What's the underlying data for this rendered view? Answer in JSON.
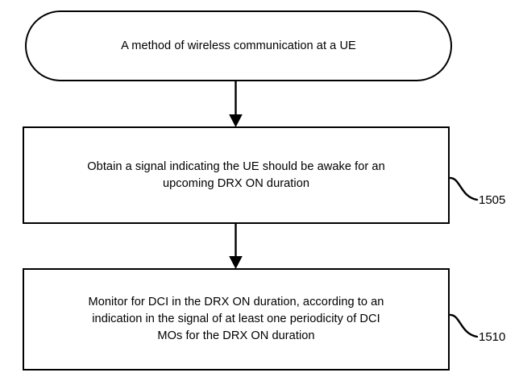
{
  "figure": {
    "type": "patent-flowchart",
    "background_color": "#ffffff",
    "stroke_color": "#000000",
    "nodes": [
      {
        "id": "start",
        "shape": "terminator",
        "text": "A method of wireless communication at a UE"
      },
      {
        "id": "obtain",
        "shape": "process",
        "text": "Obtain a signal indicating the UE should be awake for an\nupcoming DRX ON duration",
        "reference_numeral": "1505"
      },
      {
        "id": "monitor",
        "shape": "process",
        "text": "Monitor for DCI in the DRX ON duration, according to an\nindication in the signal of at least one periodicity of DCI\nMOs for the DRX ON duration",
        "reference_numeral": "1510"
      }
    ],
    "connectors": [
      {
        "id": "start-to-obtain",
        "from": "start",
        "to": "obtain",
        "arrow": "down"
      },
      {
        "id": "obtain-to-monitor",
        "from": "obtain",
        "to": "monitor",
        "arrow": "down"
      }
    ],
    "leaders": [
      {
        "id": "leader-1505",
        "target": "obtain",
        "label": "1505"
      },
      {
        "id": "leader-1510",
        "target": "monitor",
        "label": "1510"
      }
    ]
  }
}
